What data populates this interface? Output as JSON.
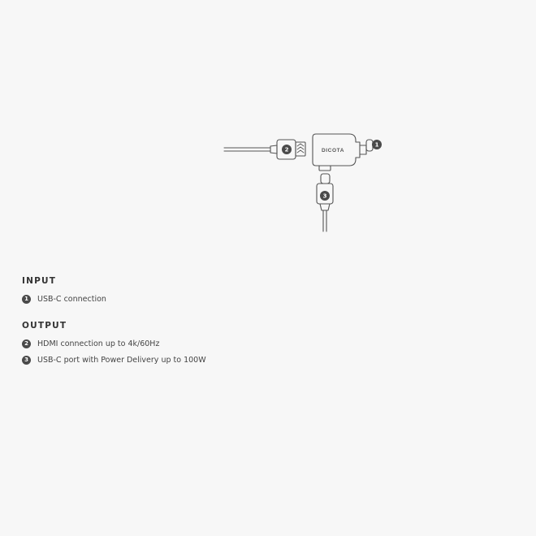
{
  "diagram": {
    "brand": "DICOTA",
    "markers": [
      "1",
      "2",
      "3"
    ]
  },
  "input": {
    "title": "INPUT",
    "items": [
      {
        "number": "1",
        "text": "USB-C connection"
      }
    ]
  },
  "output": {
    "title": "OUTPUT",
    "items": [
      {
        "number": "2",
        "text": "HDMI connection up to 4k/60Hz"
      },
      {
        "number": "3",
        "text": "USB-C port with Power Delivery up to 100W"
      }
    ]
  },
  "colors": {
    "background": "#f7f7f7",
    "line": "#555555",
    "badge": "#4a4a4a",
    "text": "#444444"
  }
}
